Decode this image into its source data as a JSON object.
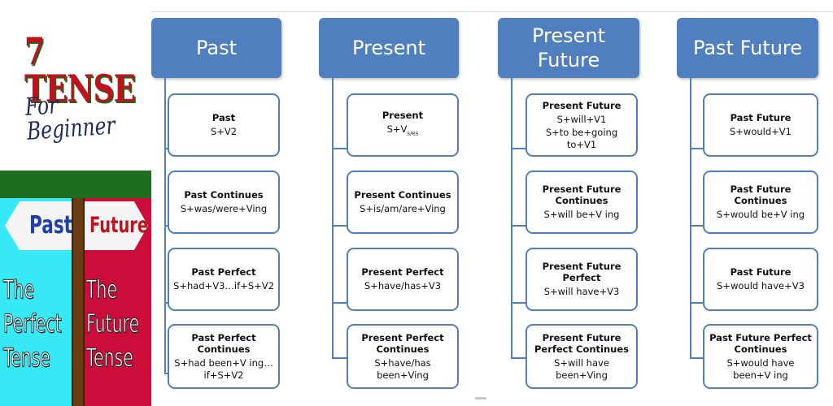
{
  "promo": {
    "title": "7 TENSE",
    "subtitle": "For Beginner",
    "sign_left": "Past",
    "sign_right": "Future",
    "left_tense": [
      "The",
      "Perfect",
      "Tense"
    ],
    "right_tense": [
      "The",
      "Future",
      "Tense"
    ]
  },
  "columns": [
    {
      "header": "Past",
      "items": [
        {
          "title": "Past",
          "formula": "S+V2"
        },
        {
          "title": "Past Continues",
          "formula": "S+was/were+Ving"
        },
        {
          "title": "Past Perfect",
          "formula": "S+had+V3…if+S+V2"
        },
        {
          "title": "Past Perfect Continues",
          "formula": "S+had been+V ing…if+S+V2"
        }
      ]
    },
    {
      "header": "Present",
      "items": [
        {
          "title": "Present",
          "formula": "S+V",
          "formula_sub": "s/es"
        },
        {
          "title": "Present Continues",
          "formula": "S+is/am/are+Ving"
        },
        {
          "title": "Present Perfect",
          "formula": "S+have/has+V3"
        },
        {
          "title": "Present Perfect Continues",
          "formula": "S+have/has been+Ving"
        }
      ]
    },
    {
      "header": "Present Future",
      "items": [
        {
          "title": "Present Future",
          "formula": "S+will+V1",
          "formula2": "S+to be+going to+V1"
        },
        {
          "title": "Present Future Continues",
          "formula": "S+will be+V ing"
        },
        {
          "title": "Present Future Perfect",
          "formula": "S+will have+V3"
        },
        {
          "title": "Present Future Perfect Continues",
          "formula": "S+will have been+Ving"
        }
      ]
    },
    {
      "header": "Past Future",
      "items": [
        {
          "title": "Past Future",
          "formula": "S+would+V1"
        },
        {
          "title": "Past Future Continues",
          "formula": "S+would be+V ing"
        },
        {
          "title": "Past Future",
          "formula": "S+would have+V3"
        },
        {
          "title": "Past Future Perfect Continues",
          "formula": "S+would have been+V ing"
        }
      ]
    }
  ],
  "colors": {
    "header_fill": "#4f7fbe",
    "box_border": "#4f7fbe"
  }
}
